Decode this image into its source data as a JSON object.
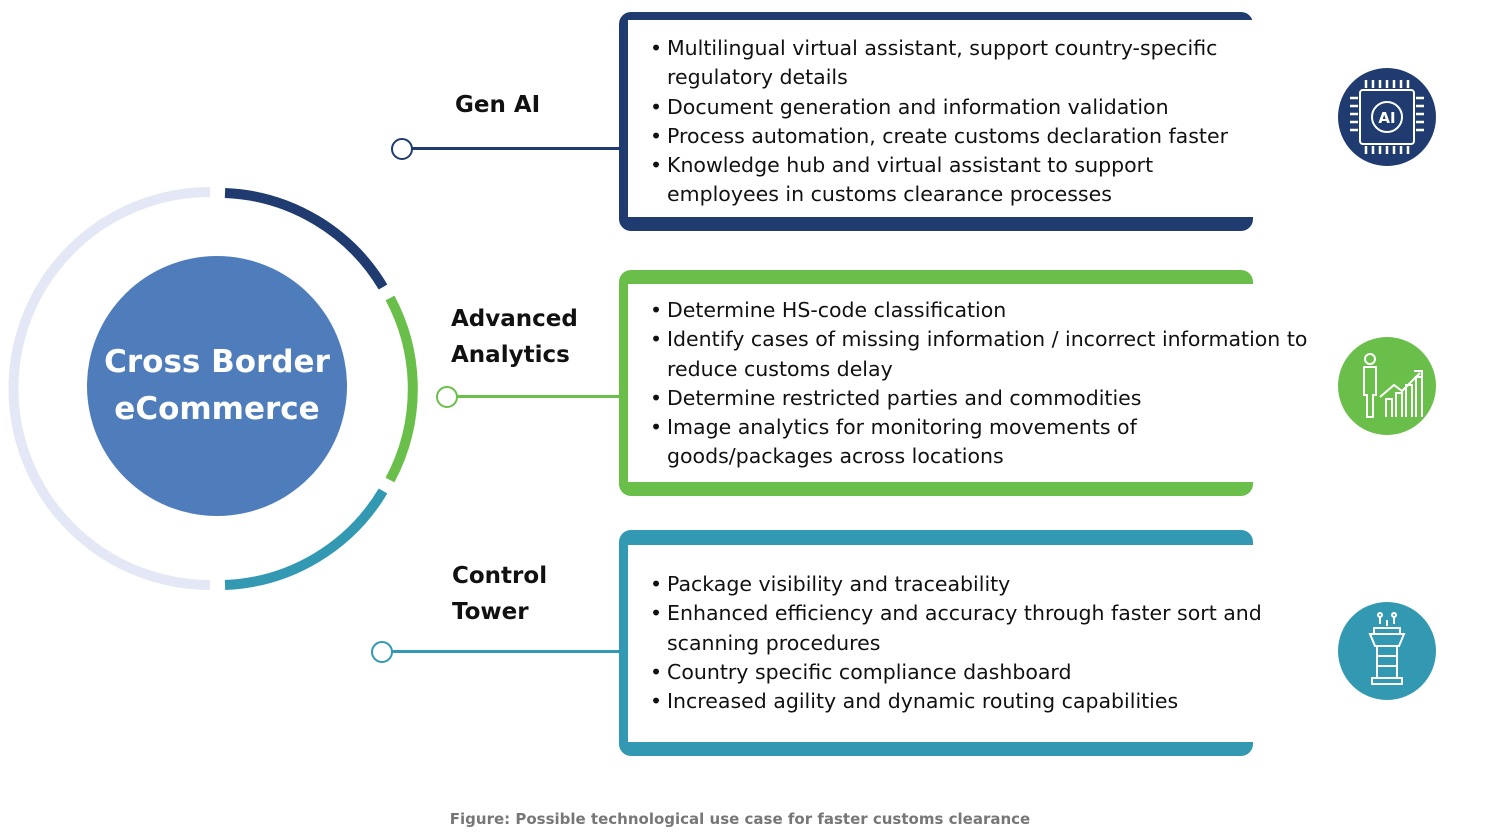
{
  "center": {
    "line1": "Cross Border",
    "line2": "eCommerce"
  },
  "sections": [
    {
      "title_lines": [
        "Gen AI"
      ],
      "color": "#1f3b70",
      "icon": "ai-chip-icon",
      "bullets": [
        "Multilingual virtual assistant, support country-specific regulatory details",
        "Document generation and information validation",
        "Process automation, create customs declaration faster",
        "Knowledge hub and virtual assistant to support employees in customs clearance processes"
      ]
    },
    {
      "title_lines": [
        "Advanced",
        "Analytics"
      ],
      "color": "#6abf4b",
      "icon": "growth-chart-person-icon",
      "bullets": [
        "Determine HS-code classification",
        "Identify cases of missing information / incorrect information to reduce customs delay",
        "Determine restricted parties and commodities",
        "Image analytics for monitoring movements of goods/packages across locations"
      ]
    },
    {
      "title_lines": [
        "Control",
        "Tower"
      ],
      "color": "#3399b3",
      "icon": "control-tower-icon",
      "bullets": [
        "Package visibility and traceability",
        "Enhanced efficiency and accuracy through faster sort and scanning procedures",
        "Country specific compliance dashboard",
        "Increased agility and dynamic routing capabilities"
      ]
    }
  ],
  "caption": "Figure: Possible technological use case for faster customs clearance"
}
